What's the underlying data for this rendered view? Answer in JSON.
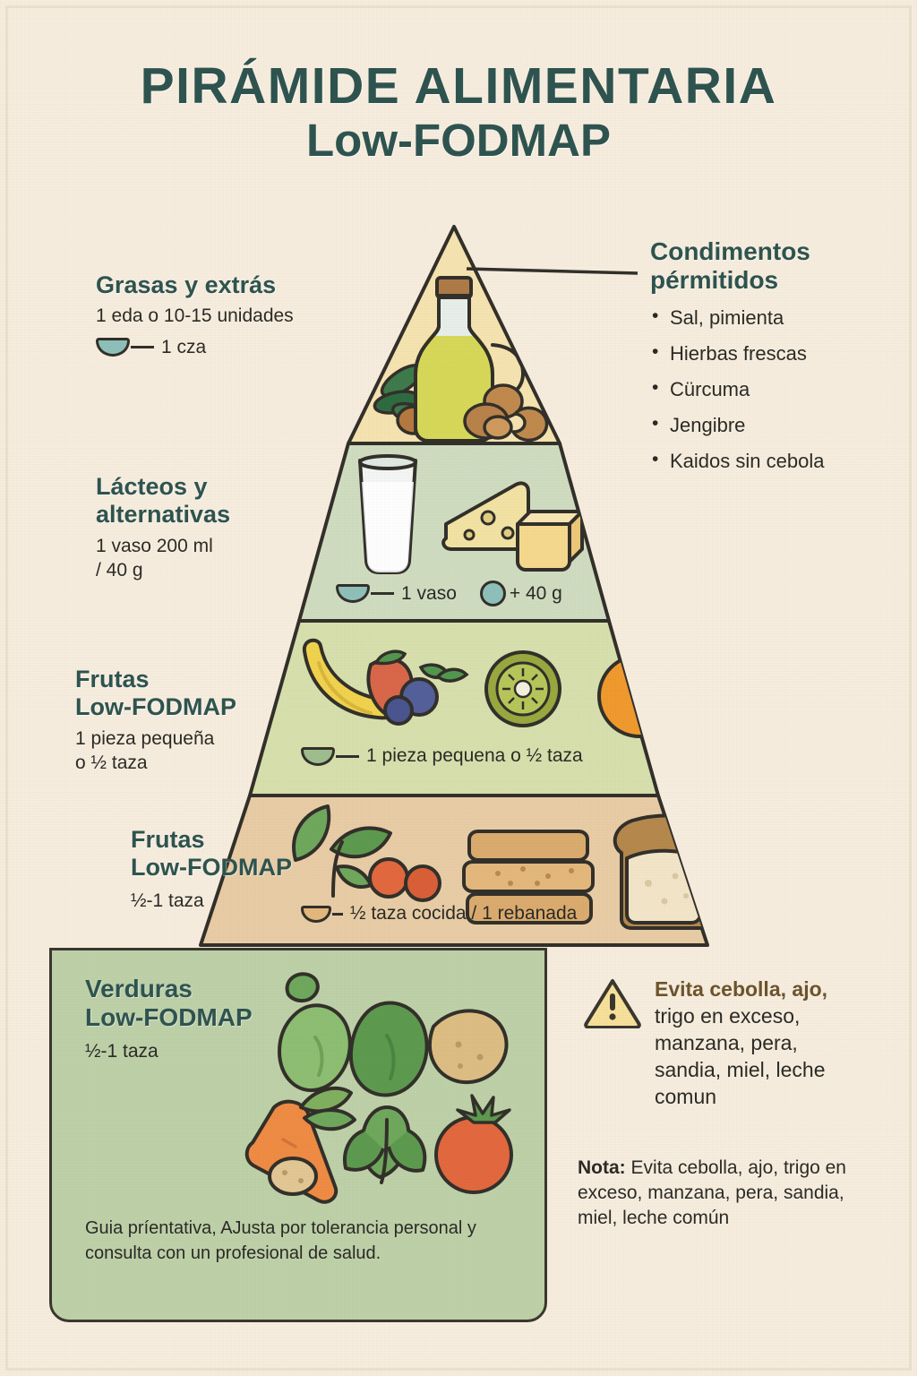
{
  "poster": {
    "title_line1": "PIRÁMIDE ALIMENTARIA",
    "title_line2": "Low-FODMAP",
    "background_color": "#f7edde",
    "title_color": "#2f5450"
  },
  "pyramid": {
    "tiers": [
      {
        "id": "fats",
        "label": "Grasas y extrás",
        "portion": "1 eda o 10-15 unidades",
        "chip_label": "1 cza",
        "fill": "#f5e3b0",
        "icons": [
          "olive-oil-bottle-icon",
          "nuts-icon",
          "olives-icon"
        ]
      },
      {
        "id": "dairy",
        "label_line1": "Lácteos y",
        "label_line2": "alternativas",
        "portion_line1": "1 vaso 200 ml",
        "portion_line2": "/ 40 g",
        "chip_label_1": "1 vaso",
        "chip_label_2": "+ 40 g",
        "fill": "#cfdcc0",
        "icons": [
          "milk-glass-icon",
          "cheese-wedge-icon",
          "butter-block-icon"
        ]
      },
      {
        "id": "fruits",
        "label_line1": "Frutas",
        "label_line2": "Low-FODMAP",
        "portion_line1": "1 pieza pequeña",
        "portion_line2": "o ½ taza",
        "chip_label": "1 pieza pequena o ½ taza",
        "fill": "#d7e0ad",
        "icons": [
          "banana-icon",
          "strawberry-icon",
          "blueberry-icon",
          "kiwi-icon",
          "orange-icon"
        ]
      },
      {
        "id": "grains",
        "label_line1": "Frutas",
        "label_line2": "Low-FODMAP",
        "portion": "½-1 taza",
        "chip_label": "½ taza cocida / 1 rebanada",
        "fill": "#e8cca5",
        "icons": [
          "spinach-leaves-icon",
          "tomato-icon",
          "crackers-icon",
          "bread-loaf-icon"
        ]
      },
      {
        "id": "vegetables",
        "label_line1": "Verduras",
        "label_line2": "Low-FODMAP",
        "portion": "½-1 taza",
        "fill": "#bed0a8",
        "icons": [
          "zucchini-icon",
          "potato-icon",
          "carrot-icon",
          "leafy-green-icon",
          "tomato-icon"
        ]
      }
    ]
  },
  "condiments": {
    "title_line1": "Condimentos",
    "title_line2": "pérmitidos",
    "items": [
      "Sal, pimienta",
      "Hierbas frescas",
      "Cürcuma",
      "Jengibre",
      "Kaidos sin cebola"
    ]
  },
  "warning": {
    "icon": "warning-triangle-icon",
    "strong_text": "Evita cebolla, ajo,",
    "rest_text": "trigo en exceso, manzana, pera, sandia, miel, leche comun",
    "icon_fill": "#f7e09a"
  },
  "note": {
    "lead": "Nota:",
    "body": "Evita cebolla, ajo, trigo en exceso, manzana, pera, sandia, miel, leche común"
  },
  "footer": {
    "disclaimer": "Guia príentativa, AJusta por tolerancia personal y consulta con un profesional de salud."
  }
}
